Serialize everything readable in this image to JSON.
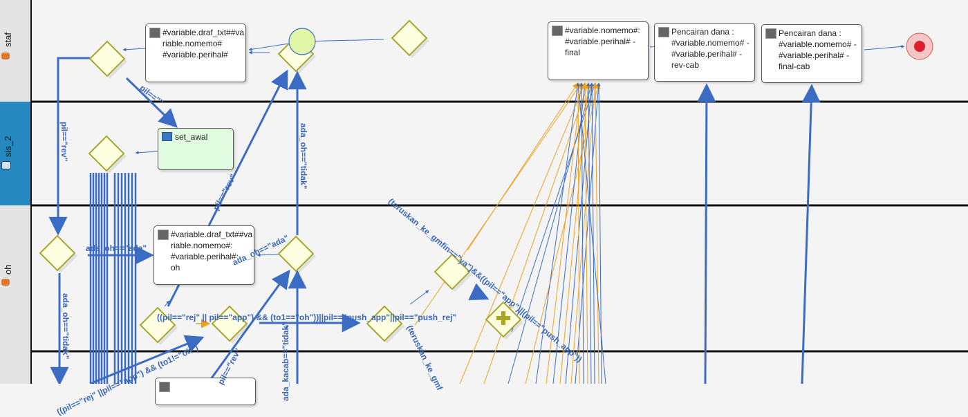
{
  "lanes": [
    {
      "label": "staf",
      "selected": false
    },
    {
      "label": "sis_2",
      "selected": true
    },
    {
      "label": "oh",
      "selected": false
    }
  ],
  "tasks": {
    "staf_draft": [
      "#variable.draf_txt##va",
      "riable.nomemo#",
      "#variable.perihal#"
    ],
    "final": [
      "#variable.nomemo#:",
      "#variable.perihal# -",
      "final"
    ],
    "rev_cab": [
      "Pencairan dana :",
      "#variable.nomemo# -",
      "#variable.perihal# -",
      "rev-cab"
    ],
    "final_cab": [
      "Pencairan dana :",
      "#variable.nomemo# -",
      "#variable.perihal# -",
      "final-cab"
    ],
    "set_awal": [
      "set_awal"
    ],
    "oh_draft": [
      "#variable.draf_txt##va",
      "riable.nomemo#:",
      "#variable.perihal#:",
      "oh"
    ]
  },
  "edge_labels": {
    "pil_empty": "pil==\"\"",
    "pil_rev_left": "pil==\"rev\"",
    "pil_rev_mid": "pil==\"rev\"",
    "ada_oh_tidak_top": "ada_oh==\"tidak\"",
    "ada_oh_ada_left": "ada_oh==\"ada\"",
    "ada_oh_ada_right": "ada_oh==\"ada\"",
    "ada_oh_tidak_left": "ada_oh==\"tidak\"",
    "main_condition": "((pil==\"rej\" || pil==\"app\") && (to1==\"oh\"))||pil==\"push_app\"||pil==\"push_rej\"",
    "teruskan_ya": "(teruskan_ke_gmfin==\"ya\")&&((pil==\"app\")||(pil==\"push_app\"))",
    "teruskan_short": "(teruskan_ke_gmf",
    "rej_app_not_oh": "((pil==\"rej\" ||pil==\"app\") && (to1!=\"oh\")",
    "pil_rev_bottom": "pil==\"rev\"",
    "ada_kacab_tidak": "ada_kacab==\"tidak\""
  },
  "colors": {
    "edge": "#3a6cc4",
    "edge_orange": "#f0a020",
    "gateway_fill": "#fdfde0",
    "gateway_stroke": "#a8a830",
    "end_event": "#dd1c2c",
    "lane_selected": "#2589c0"
  }
}
